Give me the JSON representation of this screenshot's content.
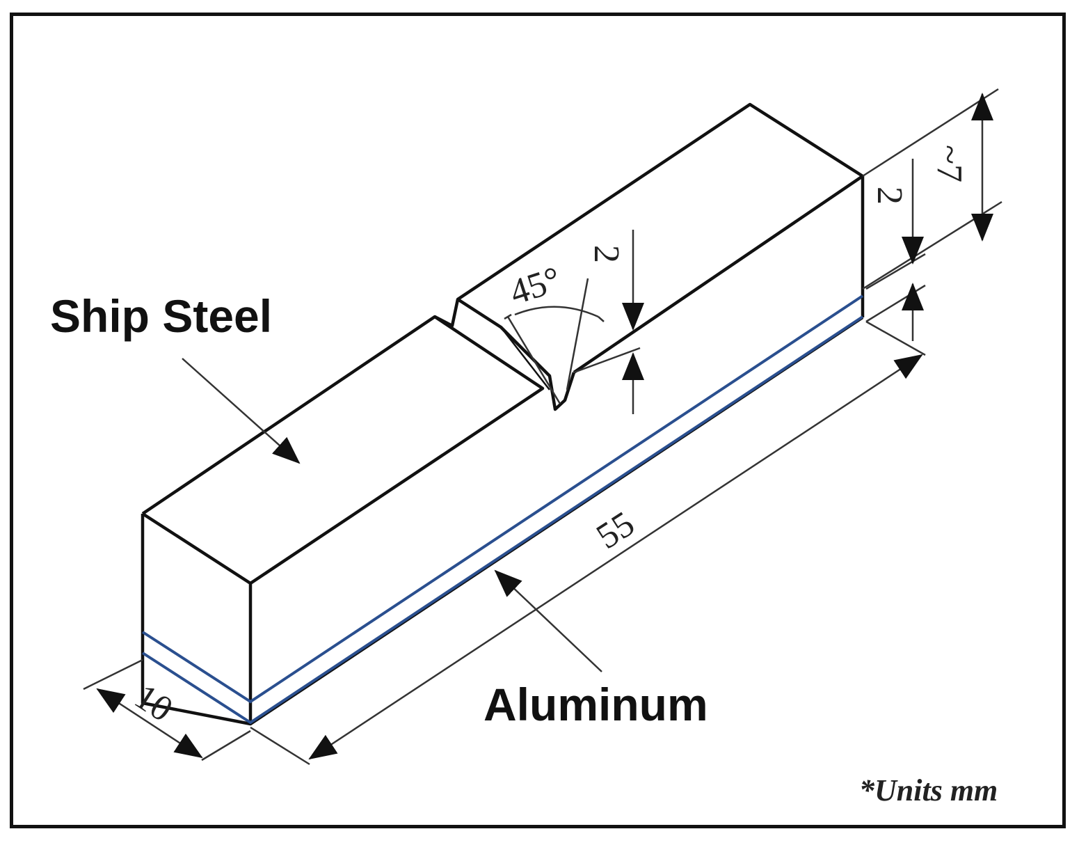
{
  "labels": {
    "steel": "Ship Steel",
    "aluminum": "Aluminum",
    "units": "*Units mm"
  },
  "dimensions": {
    "length": "55",
    "width": "10",
    "notch_angle": "45°",
    "notch_depth": "2",
    "aluminum_thickness": "2",
    "steel_thickness": "~7"
  },
  "colors": {
    "outline": "#111111",
    "aluminum_layer": "#2a4f8f",
    "dim_line": "#333333"
  }
}
